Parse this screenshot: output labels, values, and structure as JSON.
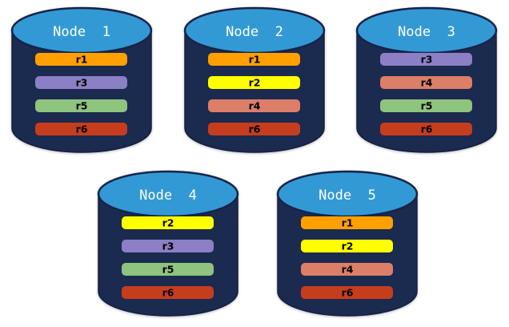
{
  "palette": {
    "cylinder_body": "#1B2A4F",
    "cylinder_top": "#3399D4",
    "title_text": "#FFFFFF",
    "bar_text": "#000000"
  },
  "nodes": [
    {
      "title": "Node  1",
      "bars": [
        {
          "label": "r1",
          "color": "#FFA000"
        },
        {
          "label": "r3",
          "color": "#8B7FC6"
        },
        {
          "label": "r5",
          "color": "#8EC47E"
        },
        {
          "label": "r6",
          "color": "#C63D1E"
        }
      ]
    },
    {
      "title": "Node  2",
      "bars": [
        {
          "label": "r1",
          "color": "#FFA000"
        },
        {
          "label": "r2",
          "color": "#FFFF00"
        },
        {
          "label": "r4",
          "color": "#DD7E68"
        },
        {
          "label": "r6",
          "color": "#C63D1E"
        }
      ]
    },
    {
      "title": "Node  3",
      "bars": [
        {
          "label": "r3",
          "color": "#8B7FC6"
        },
        {
          "label": "r4",
          "color": "#DD7E68"
        },
        {
          "label": "r5",
          "color": "#8EC47E"
        },
        {
          "label": "r6",
          "color": "#C63D1E"
        }
      ]
    },
    {
      "title": "Node  4",
      "bars": [
        {
          "label": "r2",
          "color": "#FFFF00"
        },
        {
          "label": "r3",
          "color": "#8B7FC6"
        },
        {
          "label": "r5",
          "color": "#8EC47E"
        },
        {
          "label": "r6",
          "color": "#C63D1E"
        }
      ]
    },
    {
      "title": "Node  5",
      "bars": [
        {
          "label": "r1",
          "color": "#FFA000"
        },
        {
          "label": "r2",
          "color": "#FFFF00"
        },
        {
          "label": "r4",
          "color": "#DD7E68"
        },
        {
          "label": "r6",
          "color": "#C63D1E"
        }
      ]
    }
  ]
}
